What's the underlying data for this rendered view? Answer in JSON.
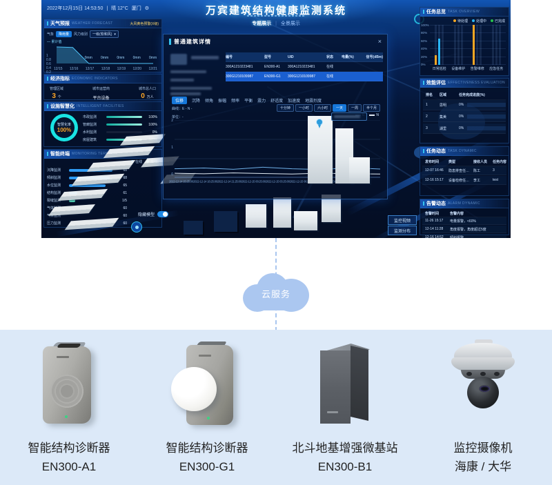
{
  "header": {
    "datetime": "2022年12月15日 14:53:50",
    "separator": "|",
    "weather": "晴 12°C",
    "city": "厦门",
    "title": "万宾建筑结构健康监测系统",
    "tabs": [
      {
        "label": "专题展示",
        "active": true
      },
      {
        "label": "全景展示",
        "active": false
      }
    ],
    "tab_separator": "|"
  },
  "left": {
    "weather_panel": {
      "title": "天气预报",
      "title_en": "WEATHER FORECAST",
      "alert": "大风黄色预警(X级)",
      "filter_label": "气象",
      "filter_value": "降雨量",
      "level_label": "风力级别",
      "level_value": "一级(软和风)",
      "level_caret": "▾",
      "legend": "— 累计值",
      "chart": {
        "type": "area",
        "categories": [
          "12/15",
          "12/16",
          "12/17",
          "12/18",
          "12/19",
          "12/20",
          "12/21"
        ],
        "values": [
          1.0,
          0.97,
          0,
          0,
          0,
          0,
          0
        ],
        "point_labels": [
          "",
          "",
          "0mm",
          "0mm",
          "0mm",
          "0mm",
          "0mm"
        ],
        "yticks": [
          "1",
          "0.8",
          "0.6",
          "0.4",
          "0.2",
          "0"
        ]
      }
    },
    "economy_panel": {
      "title": "经济指标",
      "title_en": "ECONOMIC INDICATORS",
      "stats": [
        {
          "label": "管理区域",
          "value": "3",
          "unit": "个",
          "text": false
        },
        {
          "label": "城市运营商",
          "value": "平台设备",
          "unit": "",
          "text": true
        },
        {
          "label": "城市总人口",
          "value": "0",
          "unit": "万人",
          "text": false
        }
      ]
    },
    "facility_panel": {
      "title": "设施智慧化",
      "title_en": "INTELLIGENT FACILITIES",
      "donut_label": "智慧化率",
      "donut_value": "100%",
      "bars": [
        {
          "label": "市政监测",
          "value": "100%",
          "pct": 100
        },
        {
          "label": "管廊监测",
          "value": "100%",
          "pct": 100
        },
        {
          "label": "水利监测",
          "value": "0%",
          "pct": 0
        },
        {
          "label": "房屋建筑",
          "value": "100%",
          "pct": 100
        }
      ]
    },
    "terminal_panel": {
      "title": "智能终端",
      "title_en": "MONITORING TERMINAL",
      "legend": [
        {
          "label": "在线",
          "color": "#2f9bf4"
        },
        {
          "label": "离线",
          "color": "#54d8b8"
        }
      ],
      "bars": [
        {
          "label": "沉降监测",
          "value": "68",
          "pct": 96,
          "color": "#2f9bf4"
        },
        {
          "label": "倾斜监测",
          "value": "68",
          "pct": 90,
          "color": "#2f9bf4"
        },
        {
          "label": "水位监测",
          "value": "65",
          "pct": 80,
          "color": "#2f9bf4"
        },
        {
          "label": "结构监测",
          "value": "61",
          "pct": 18,
          "color": "#2f9bf4"
        },
        {
          "label": "裂缝监测",
          "value": "1/5",
          "pct": 14,
          "color": "#54d8b8"
        },
        {
          "label": "气体监测",
          "value": "60",
          "pct": 0,
          "color": "#2f9bf4"
        },
        {
          "label": "气象监测",
          "value": "60",
          "pct": 0,
          "color": "#2f9bf4"
        },
        {
          "label": "压力监测",
          "value": "60",
          "pct": 0,
          "color": "#2f9bf4"
        }
      ]
    },
    "toggle_label": "隐藏模型"
  },
  "modal": {
    "title": "普通建筑详情",
    "close": "×",
    "table": {
      "headers": [
        "编号",
        "型号",
        "UID",
        "状态",
        "电量(%)",
        "信号(dBm)"
      ],
      "rows": [
        {
          "cells": [
            "300A1210223481",
            "EN300-A1",
            "300A1210223481",
            "在线",
            "",
            ""
          ],
          "selected": false
        },
        {
          "cells": [
            "300G1210109987",
            "EN300-G1",
            "300G1210109987",
            "在线",
            "",
            ""
          ],
          "selected": true
        }
      ]
    },
    "tabs": [
      {
        "label": "位移",
        "active": true
      },
      {
        "label": "沉降"
      },
      {
        "label": "倾角"
      },
      {
        "label": "振幅"
      },
      {
        "label": "频率"
      },
      {
        "label": "平衡"
      },
      {
        "label": "震力"
      },
      {
        "label": "舒适度"
      },
      {
        "label": "加速度"
      },
      {
        "label": "地震烈度"
      }
    ],
    "curve_label": "曲线：E - N -",
    "unit_label": "单位：-",
    "ranges": [
      {
        "label": "十分钟"
      },
      {
        "label": "一小时"
      },
      {
        "label": "六小时"
      },
      {
        "label": "一天",
        "active": true
      },
      {
        "label": "一周"
      },
      {
        "label": "半个月"
      }
    ],
    "legend": [
      {
        "label": "E",
        "color": "#6fb1e8"
      },
      {
        "label": "N",
        "color": "#dfe9f2"
      }
    ],
    "chart": {
      "type": "line",
      "ymax": 2,
      "yticks": [
        "2",
        "1",
        "0"
      ],
      "series_e": [
        0.3,
        0.33,
        0.28,
        0.36,
        0.3,
        0.27,
        0.34,
        0.29
      ],
      "series_n": [
        0.13,
        0.11,
        0.14,
        0.12,
        0.1,
        0.13,
        0.11,
        0.1
      ],
      "xlabels": [
        "2022-12-14 15:25:00",
        "2022-12-14 18:25:00",
        "2022-12-14 21:25:00",
        "2022-12-15 00:25:00",
        "2022-12-15 03:25:00",
        "2022-12-15 06:25:00",
        "2022-12-15 09:25:00",
        "2022-12-15 12:25:00"
      ]
    }
  },
  "right": {
    "task_panel": {
      "title": "任务总览",
      "title_en": "TASK OVERVIEW",
      "legend": [
        {
          "label": "待处理",
          "color": "#f5a623"
        },
        {
          "label": "处理中",
          "color": "#29b6f6"
        },
        {
          "label": "已完成",
          "color": "#27c24c"
        }
      ],
      "yticks": [
        "100%",
        "80%",
        "60%",
        "40%",
        "20%",
        "0%"
      ],
      "categories": [
        "日常巡检",
        "设备维护",
        "告警维修",
        "应急任务"
      ],
      "series": [
        {
          "name": "待处理",
          "values": [
            25,
            0,
            100,
            0
          ]
        },
        {
          "name": "处理中",
          "values": [
            65,
            0,
            0,
            0
          ]
        },
        {
          "name": "已完成",
          "values": [
            0,
            0,
            0,
            0
          ]
        }
      ]
    },
    "evaluation_panel": {
      "title": "效能评估",
      "title_en": "EFFECTIVENESS EVALUATION",
      "headers": [
        "排名",
        "区域",
        "任务完成进度(%)"
      ],
      "rows": [
        [
          "1",
          "思明",
          "0%"
        ],
        [
          "2",
          "集美",
          "0%"
        ],
        [
          "3",
          "湖里",
          "0%"
        ]
      ]
    },
    "task_dynamic_panel": {
      "title": "任务动态",
      "title_en": "TASK DYNAMIC",
      "headers": [
        "发布时间",
        "类型",
        "接收人员",
        "任务内容"
      ],
      "rows": [
        [
          "12-07 16:46",
          "隐患排查任…",
          "陈工",
          "3"
        ],
        [
          "12-16 15:17",
          "设备检修任…",
          "李工",
          "test"
        ]
      ]
    },
    "alarm_panel": {
      "title": "告警动态",
      "title_en": "ALARM DYNAMIC",
      "headers": [
        "告警时间",
        "告警内容"
      ],
      "rows": [
        [
          "11-26 15:17",
          "电量报警，<60%"
        ],
        [
          "12-14 11:28",
          "角度报警，角度超过5度"
        ],
        [
          "12-16 14:52",
          "倾斜报警"
        ]
      ]
    }
  },
  "map_buttons": [
    {
      "label": "监控视频"
    },
    {
      "label": "监测分布"
    }
  ],
  "cloud": {
    "label": "云服务"
  },
  "products": [
    {
      "name": "智能结构诊断器",
      "model": "EN300-A1",
      "image": "sensor-a1"
    },
    {
      "name": "智能结构诊断器",
      "model": "EN300-G1",
      "image": "sensor-g1"
    },
    {
      "name": "北斗地基增强微基站",
      "model": "EN300-B1",
      "image": "base-station"
    },
    {
      "name": "监控摄像机",
      "model": "海康 / 大华",
      "image": "ptz-camera"
    }
  ],
  "colors": {
    "accent": "#29b6f6",
    "cloud": "#abc7f0",
    "bottom_band": "#dce9f8",
    "dashboard_deep": "#040d22",
    "highlight_row": "#1a5fd0",
    "orange_value": "#ffa726"
  }
}
